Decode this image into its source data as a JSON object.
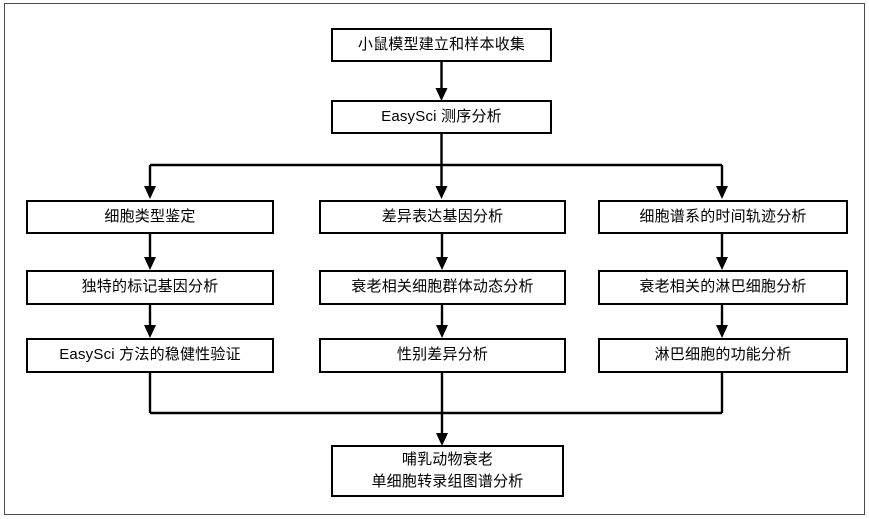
{
  "diagram": {
    "type": "flowchart",
    "orientation": "top-to-bottom",
    "title_node": "小鼠模型建立和样本收集",
    "nodes": {
      "start": "小鼠模型建立和样本收集",
      "sequencing": "EasySci 测序分析",
      "left_1": "细胞类型鉴定",
      "left_2": "独特的标记基因分析",
      "left_3": "EasySci 方法的稳健性验证",
      "mid_1": "差异表达基因分析",
      "mid_2": "衰老相关细胞群体动态分析",
      "mid_3": "性别差异分析",
      "right_1": "细胞谱系的时间轨迹分析",
      "right_2": "衰老相关的淋巴细胞分析",
      "right_3": "淋巴细胞的功能分析",
      "end": "哺乳动物衰老\n单细胞转录组图谱分析"
    },
    "colors": {
      "box_border": "#000000",
      "box_fill": "#ffffff",
      "connector": "#000000",
      "page_border": "#4a4a4a",
      "text": "#000000"
    }
  }
}
